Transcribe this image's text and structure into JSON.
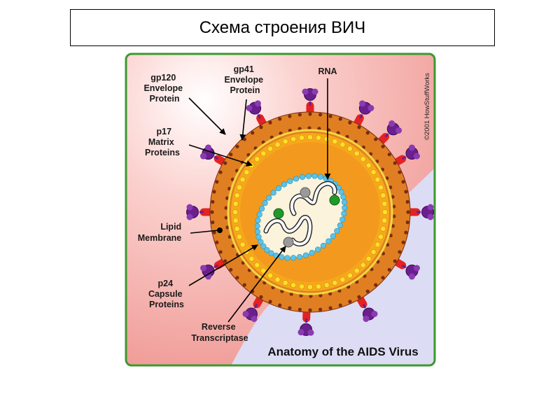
{
  "slide": {
    "title": "Схема строения ВИЧ"
  },
  "diagram": {
    "caption": "Anatomy of the AIDS Virus",
    "copyright": "©2001 HowStuffWorks",
    "labels": {
      "gp120": [
        "gp120",
        "Envelope",
        "Protein"
      ],
      "gp41": [
        "gp41",
        "Envelope",
        "Protein"
      ],
      "rna": [
        "RNA"
      ],
      "p17": [
        "p17",
        "Matrix",
        "Proteins"
      ],
      "lipid": [
        "Lipid",
        "Membrane"
      ],
      "p24": [
        "p24",
        "Capsule",
        "Proteins"
      ],
      "rt": [
        "Reverse",
        "Transcriptase"
      ]
    },
    "colors": {
      "frame": "#3b9a2e",
      "background_pink": "#f2a6a2",
      "background_lavender": "#dcdcf4",
      "lipid_membrane": "#e07f22",
      "membrane_dots": "#7a2c10",
      "matrix_band": "#f6a81c",
      "matrix_beads": "#ffe02a",
      "capsid_beads": "#5bc3e8",
      "gp41_stalk": "#e52222",
      "gp120_knob": "#6b1f8f",
      "reverse_transcriptase": "#9a9a9a",
      "integrase_dot": "#1f9a2a"
    }
  }
}
